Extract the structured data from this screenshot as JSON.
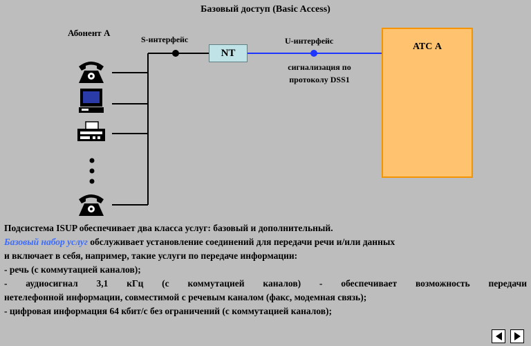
{
  "title": "Базовый доступ (Basic Access)",
  "diagram": {
    "subscriber_label": "Абонент А",
    "s_interface_label": "S-интерфейс",
    "nt_label": "NT",
    "u_interface_label": "U-интерфейс",
    "signaling_label": "сигнализация по протоколу DSS1",
    "exchange_label": "АТС А",
    "devices": [
      "telephone-icon",
      "computer-icon",
      "fax-icon",
      "ellipsis-dots",
      "telephone-icon"
    ],
    "colors": {
      "u_line": "#1e35ff",
      "nt_fill": "#bfe3e6",
      "exchange_fill": "#ffc26e",
      "exchange_border": "#f39400"
    }
  },
  "text": {
    "line1": "Подсистема ISUP обеспечивает два класса услуг: базовый и дополнительный.",
    "line2_highlight": "Базовый набор услуг",
    "line2_rest": " обслуживает установление соединений для передачи речи и/или данных",
    "line3": "и включает в себя, например, такие  услуги по передаче информации:",
    "line4": " -   речь (с коммутацией каналов);",
    "line5": " -  аудиосигнал 3,1 кГц (с коммутацией каналов) - обеспечивает возможность передачи",
    "line6": "нетелефонной информации, совместимой с речевым каналом (факс, модемная связь);",
    "line7": " -   цифровая информация 64 кбит/с без ограничений (с коммутацией каналов);"
  },
  "nav": {
    "prev": "previous-arrow",
    "next": "next-arrow"
  }
}
